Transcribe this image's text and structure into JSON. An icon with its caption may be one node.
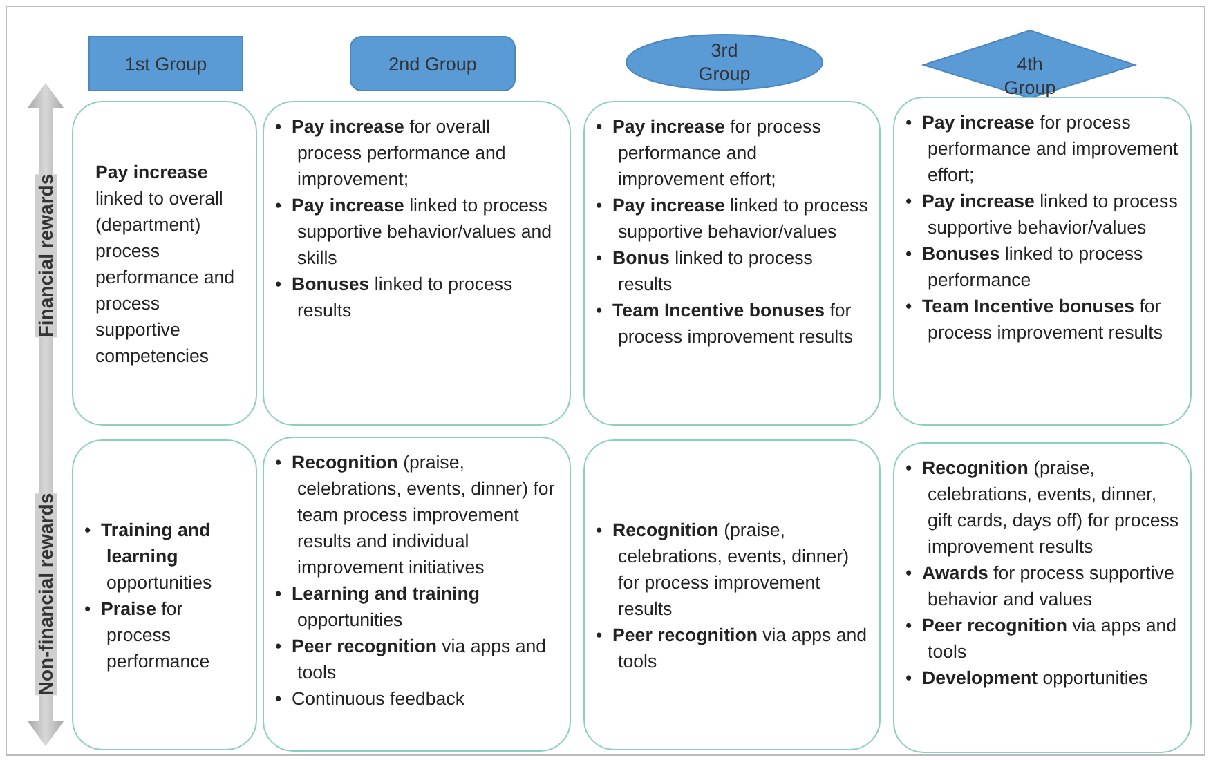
{
  "diagram": {
    "nodes": [
      {
        "text": [
          "1st Group"
        ]
      },
      {
        "text": [
          "2nd Group"
        ]
      },
      {
        "text": [
          "3rd Group"
        ]
      },
      {
        "text": [
          "4th Group"
        ]
      },
      {
        "text": [
          "**Pay increase** linked to overall (department) process performance and process supportive competencies"
        ]
      },
      {
        "text": [
          "•  **Pay increase** for overall process performance and improvement;",
          "•  **Pay increase** linked to process supportive behavior/values and skills",
          "•  **Bonuses** linked to process results"
        ]
      },
      {
        "text": [
          "•  **Pay increase** for process performance and improvement effort;",
          "•  **Pay increase** linked to process supportive behavior/values",
          "•  **Bonus** linked to process results",
          "•  **Team Incentive bonuses** for process improvement results"
        ]
      },
      {
        "text": [
          "•  **Pay increase** for process performance and improvement effort;",
          "•  **Pay increase** linked to process supportive behavior/values",
          "•  **Bonuses** linked to process performance",
          "•  **Team Incentive bonuses** for process improvement results"
        ]
      },
      {
        "text": [
          "•  **Training and learning** opportunities",
          "•  **Praise** for process performance"
        ]
      },
      {
        "text": [
          "•  **Recognition** (praise, celebrations, events, dinner) for team process improvement results and individual improvement initiatives",
          "•  **Learning and training** opportunities",
          "•  **Peer recognition** via apps and tools",
          "•  Continuous feedback"
        ]
      },
      {
        "text": [
          "•  **Recognition** (praise, celebrations, events, dinner) for process improvement results",
          "•  **Peer recognition** via apps and tools"
        ]
      },
      {
        "text": [
          "•  **Recognition** (praise, celebrations, events, dinner, gift cards, days off) for process improvement results",
          "•  **Awards** for process supportive behavior and values",
          "•  **Peer recognition** via apps and tools",
          "•  **Development** opportunities"
        ]
      }
    ],
    "labels": [
      "Financial rewards",
      "Non-financial rewards"
    ]
  }
}
